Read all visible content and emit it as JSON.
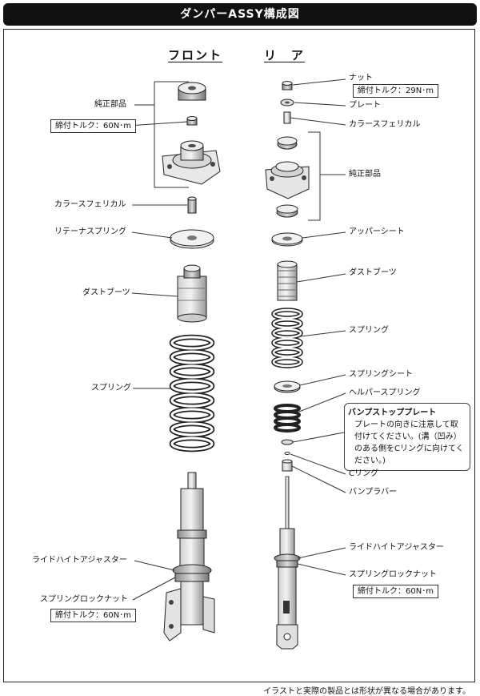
{
  "title": "ダンパーASSY構成図",
  "headings": {
    "front": "フロント",
    "rear": "リ　ア"
  },
  "front_labels": {
    "genuine": "純正部品",
    "torque_top": "締付トルク：60N･m",
    "collar": "カラースフェリカル",
    "retainer": "リテーナスプリング",
    "dust_boot": "ダストブーツ",
    "spring": "スプリング",
    "ride_height": "ライドハイトアジャスター",
    "lock_nut": "スプリングロックナット",
    "torque_bottom": "締付トルク：60N･m"
  },
  "rear_labels": {
    "nut": "ナット",
    "torque_nut": "締付トルク：29N･m",
    "plate": "プレート",
    "collar": "カラースフェリカル",
    "genuine": "純正部品",
    "upper_seat": "アッパーシート",
    "dust_boot": "ダストブーツ",
    "spring": "スプリング",
    "spring_seat": "スプリングシート",
    "helper_spring": "ヘルパースプリング",
    "bump_stop_plate": "バンプストッププレート",
    "c_ring": "Cリング",
    "bump_rubber": "バンプラバー",
    "ride_height": "ライドハイトアジャスター",
    "lock_nut": "スプリングロックナット",
    "torque_bottom": "締付トルク：60N･m"
  },
  "note": "プレートの向きに注意して取付けてください。(溝（凹み）のある側をCリングに向けてください。)",
  "footer": "イラストと実際の製品とは形状が異なる場合があります。"
}
